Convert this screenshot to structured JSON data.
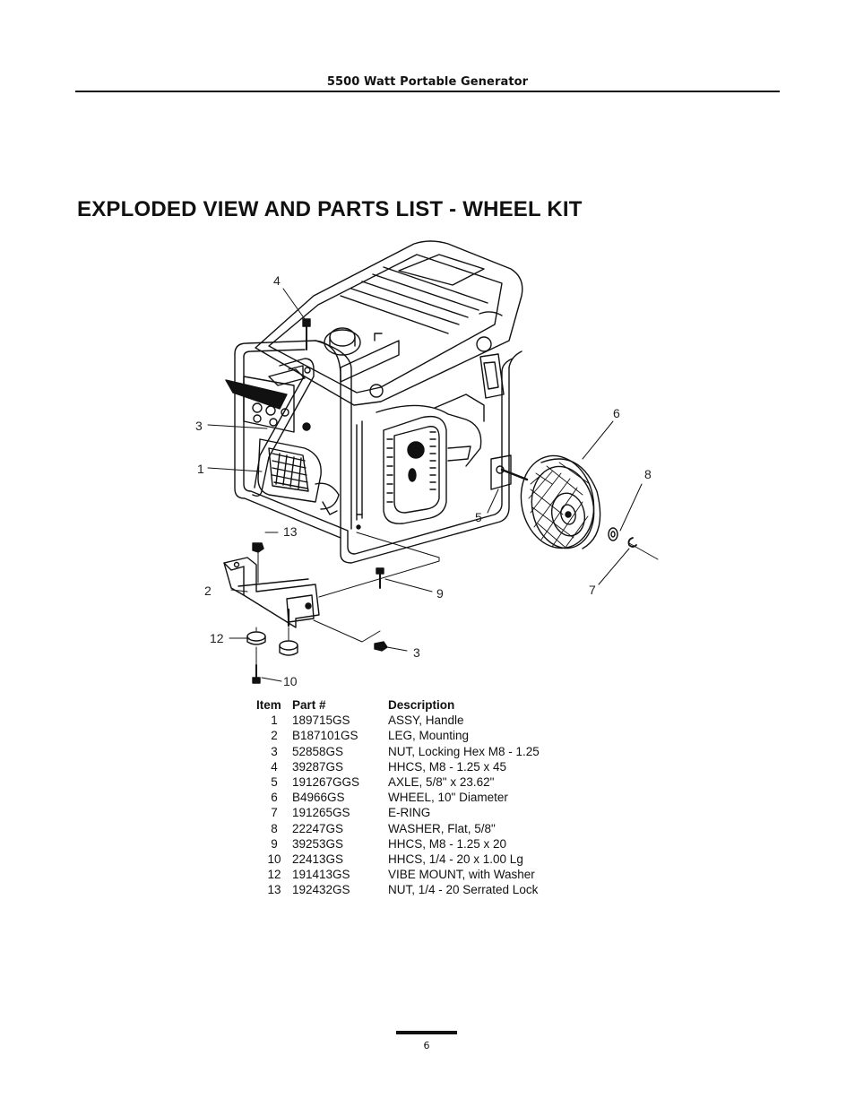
{
  "header": {
    "title": "5500 Watt Portable Generator"
  },
  "page_title": "EXPLODED VIEW AND PARTS LIST - WHEEL KIT",
  "figure": {
    "callouts": [
      "4",
      "3",
      "1",
      "13",
      "2",
      "12",
      "10",
      "9",
      "3",
      "5",
      "6",
      "8",
      "7"
    ]
  },
  "parts_table": {
    "headers": {
      "item": "Item",
      "part": "Part #",
      "description": "Description"
    },
    "rows": [
      {
        "item": "1",
        "part": "189715GS",
        "description": "ASSY, Handle"
      },
      {
        "item": "2",
        "part": "B187101GS",
        "description": "LEG, Mounting"
      },
      {
        "item": "3",
        "part": "52858GS",
        "description": "NUT, Locking Hex M8 - 1.25"
      },
      {
        "item": "4",
        "part": "39287GS",
        "description": "HHCS, M8 - 1.25 x 45"
      },
      {
        "item": "5",
        "part": "191267GGS",
        "description": "AXLE, 5/8\" x 23.62\""
      },
      {
        "item": "6",
        "part": "B4966GS",
        "description": "WHEEL, 10\" Diameter"
      },
      {
        "item": "7",
        "part": "191265GS",
        "description": "E-RING"
      },
      {
        "item": "8",
        "part": "22247GS",
        "description": "WASHER, Flat, 5/8\""
      },
      {
        "item": "9",
        "part": "39253GS",
        "description": "HHCS, M8 - 1.25 x 20"
      },
      {
        "item": "10",
        "part": "22413GS",
        "description": "HHCS, 1/4 - 20 x 1.00 Lg"
      },
      {
        "item": "12",
        "part": "191413GS",
        "description": "VIBE MOUNT, with Washer"
      },
      {
        "item": "13",
        "part": "192432GS",
        "description": "NUT, 1/4 - 20 Serrated Lock"
      }
    ]
  },
  "footer": {
    "page_number": "6"
  }
}
